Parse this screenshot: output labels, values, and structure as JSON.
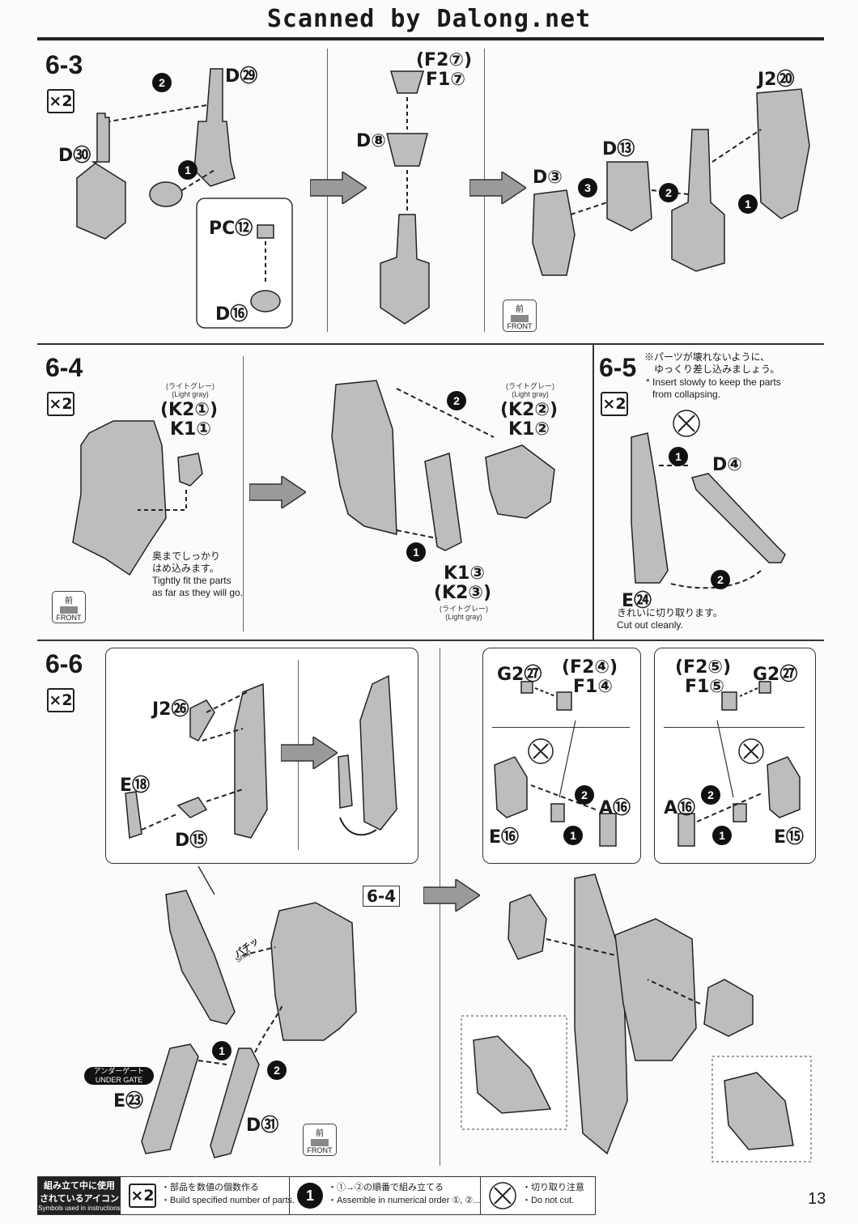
{
  "header": {
    "scan_credit": "Scanned by Dalong.net"
  },
  "page_number": "13",
  "sections": {
    "s63": {
      "step": "6-3",
      "qty": "×2",
      "labels": [
        "D㉙",
        "D㉚",
        "PC⑫",
        "D⑯",
        "(F2⑦)",
        "F1⑦",
        "D⑧",
        "D⑬",
        "D③",
        "J2⑳"
      ]
    },
    "s64": {
      "step": "6-4",
      "qty": "×2",
      "light_jp": "(ライトグレー)",
      "light_en": "(Light gray)",
      "k2a": "(K2①)",
      "k1a": "K1①",
      "k2b": "(K2②)",
      "k1b": "K1②",
      "k1c": "K1③",
      "k2c": "(K2③)",
      "note_jp1": "奥までしっかり",
      "note_jp2": "はめ込みます。",
      "note_en1": "Tightly fit the parts",
      "note_en2": "as far as they will go."
    },
    "s65": {
      "step": "6-5",
      "qty": "×2",
      "note_jp1": "※パーツが壊れないように、",
      "note_jp2": "ゆっくり差し込みましょう。",
      "note_en1": "* Insert slowly to keep the parts",
      "note_en2": "from collapsing.",
      "d4": "D④",
      "e24": "E㉔",
      "cut_jp": "きれいに切り取ります。",
      "cut_en": "Cut out cleanly."
    },
    "s66": {
      "step": "6-6",
      "qty": "×2",
      "labels": [
        "J2㉖",
        "E⑱",
        "D⑮",
        "E㉓",
        "D㉛"
      ],
      "ref": "6-4",
      "snap_jp": "パチッ",
      "snap_en": "Snap",
      "under_gate_jp": "アンダーゲート",
      "under_gate_en": "UNDER GATE",
      "left_box": {
        "g2": "G2㉗",
        "f2": "(F2④)",
        "f1": "F1④",
        "a16": "A⑯",
        "e16": "E⑯"
      },
      "right_box": {
        "f2": "(F2⑤)",
        "f1": "F1⑤",
        "g2": "G2㉗",
        "a16": "A⑯",
        "e15": "E⑮"
      }
    }
  },
  "front_label": {
    "jp": "前",
    "en": "FRONT"
  },
  "order_badges": [
    "1",
    "2",
    "3"
  ],
  "legend": {
    "title_jp1": "組み立て中に使用",
    "title_jp2": "されているアイコン",
    "title_en": "Symbols used in instructions",
    "qty_icon": "×2",
    "qty_jp": "・部品を数値の個数作る",
    "qty_en": "・Build specified number of parts.",
    "order_icon": "1",
    "order_jp": "・①→②の順番で組み立てる",
    "order_en": "・Assemble in numerical order ①, ②...",
    "cut_jp": "・切り取り注意",
    "cut_en": "・Do not cut."
  }
}
